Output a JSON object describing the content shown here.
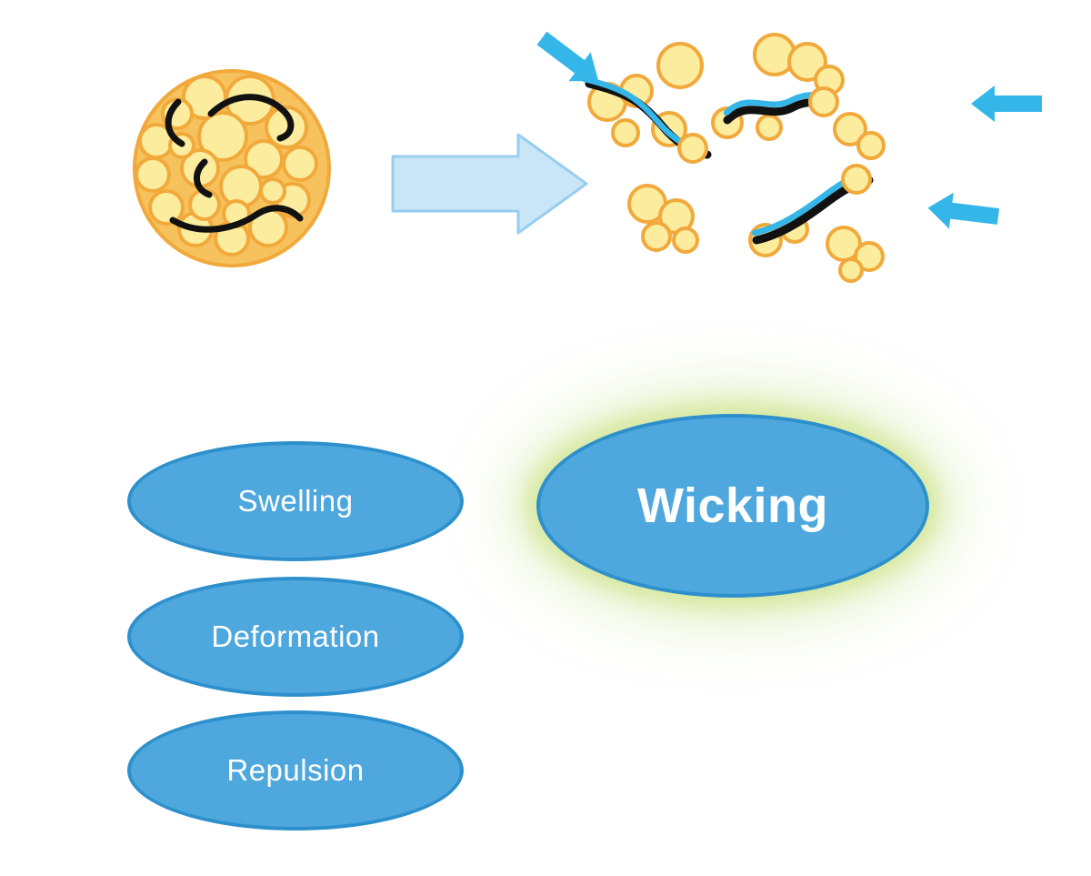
{
  "labels": {
    "swelling": "Swelling",
    "deformation": "Deformation",
    "repulsion": "Repulsion",
    "wicking": "Wicking"
  },
  "colors": {
    "bubble_fill": "#4EA7DD",
    "bubble_border": "#2D90CC",
    "wicking_glow": "#DCEDB0",
    "particle_fill": "#FBEC9E",
    "particle_stroke": "#F2A93B",
    "water_blue": "#35B6E9",
    "fiber_black": "#111111",
    "big_arrow_fill": "#C9E6F8",
    "big_arrow_stroke": "#98CDEF",
    "background": "#FFFFFF"
  },
  "icons": {
    "aggregated_cluster": "particle-cluster-with-fibers",
    "transition_arrow": "right-block-arrow",
    "dispersed_particles": "dispersed-particles-with-wet-fibers",
    "water_arrow": "water-inflow-arrow"
  }
}
